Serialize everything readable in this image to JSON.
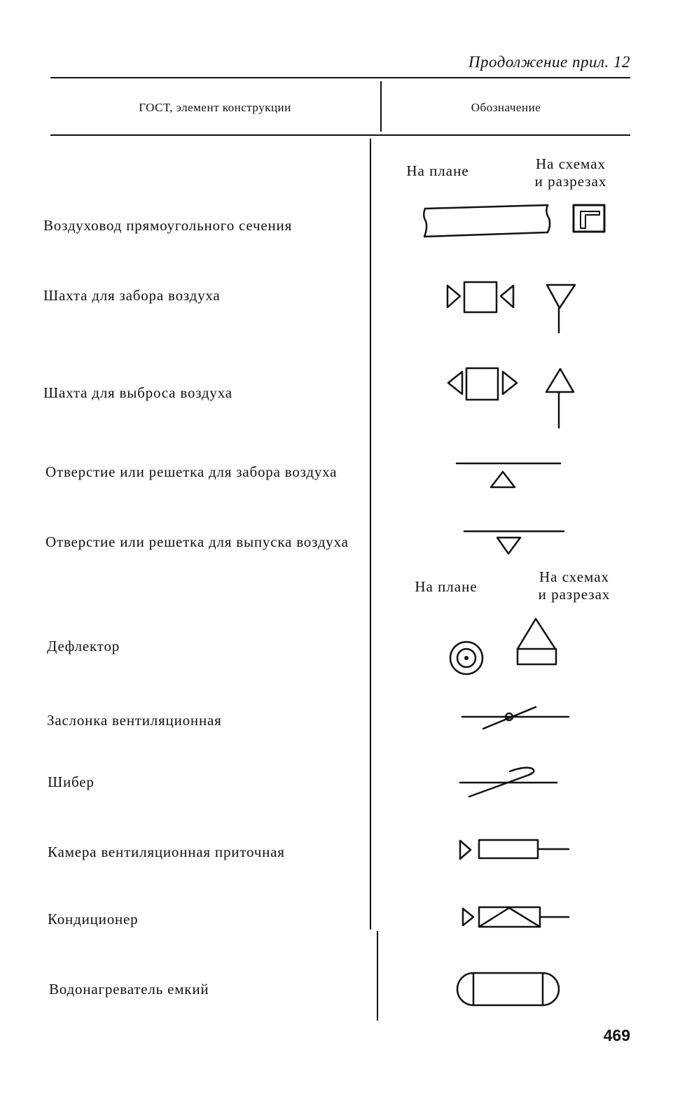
{
  "header": {
    "continuation": "Продолжение прил. 12",
    "col1": "ГОСТ, элемент конструкции",
    "col2": "Обозначение"
  },
  "subheader_top": {
    "plan": "На плане",
    "schemes_line1": "На схемах",
    "schemes_line2": "и разрезах"
  },
  "subheader_bottom": {
    "plan": "На плане",
    "schemes_line1": "На схемах",
    "schemes_line2": "и разрезах"
  },
  "rows": [
    {
      "label": "Воздуховод прямоугольного сечения",
      "symbol": "rectangular-duct-icon"
    },
    {
      "label": "Шахта для забора воздуха",
      "symbol": "air-intake-shaft-icon"
    },
    {
      "label": "Шахта для выброса воздуха",
      "symbol": "air-exhaust-shaft-icon"
    },
    {
      "label": "Отверстие или решетка для забора воздуха",
      "symbol": "intake-grille-icon"
    },
    {
      "label": "Отверстие или решетка для выпуска воздуха",
      "symbol": "outlet-grille-icon"
    },
    {
      "label": "Дефлектор",
      "symbol": "deflector-icon"
    },
    {
      "label": "Заслонка вентиляционная",
      "symbol": "ventilation-damper-icon"
    },
    {
      "label": "Шибер",
      "symbol": "gate-damper-icon"
    },
    {
      "label": "Камера вентиляционная приточная",
      "symbol": "supply-chamber-icon"
    },
    {
      "label": "Кондиционер",
      "symbol": "air-conditioner-icon"
    },
    {
      "label": "Водонагреватель емкий",
      "symbol": "water-heater-icon"
    }
  ],
  "page_number": "469"
}
